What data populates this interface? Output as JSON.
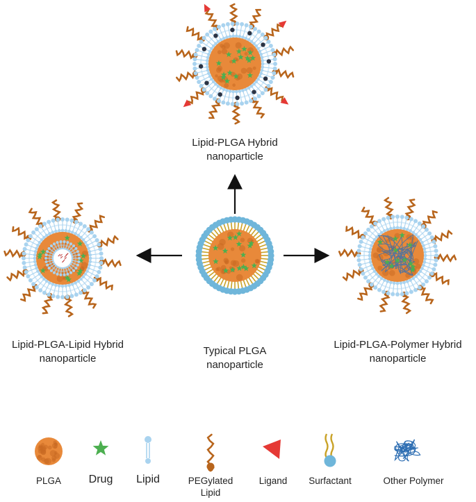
{
  "particles": {
    "top": {
      "title_line1": "Lipid-PLGA Hybrid",
      "title_line2": "nanoparticle"
    },
    "left": {
      "title_line1": "Lipid-PLGA-Lipid Hybrid",
      "title_line2": "nanoparticle"
    },
    "center": {
      "title_line1": "Typical PLGA",
      "title_line2": "nanoparticle"
    },
    "right": {
      "title_line1": "Lipid-PLGA-Polymer Hybrid",
      "title_line2": "nanoparticle"
    }
  },
  "legend": {
    "plga": "PLGA",
    "drug": "Drug",
    "lipid": "Lipid",
    "pegylated_line1": "PEGylated",
    "pegylated_line2": "Lipid",
    "ligand": "Ligand",
    "surfactant": "Surfactant",
    "other_polymer": "Other Polymer"
  },
  "colors": {
    "plga_core": "#e8893a",
    "plga_spot": "#c96a22",
    "drug": "#4caf50",
    "lipid": "#a9d3ef",
    "peg": "#b8651c",
    "ligand": "#e53935",
    "surfactant_head": "#6fb6da",
    "surfactant_tail": "#c9a227",
    "polymer": "#2f6fb3",
    "ion": "#2b3445",
    "arrow": "#111111"
  }
}
